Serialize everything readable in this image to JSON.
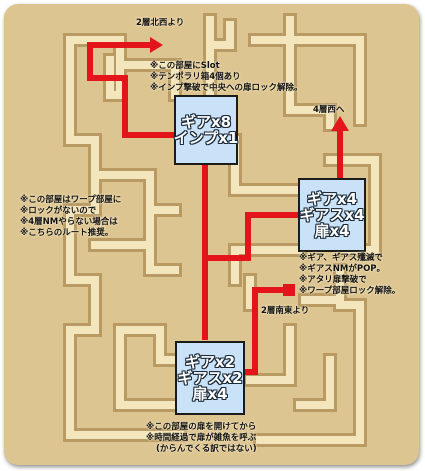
{
  "labels": {
    "floor2_northwest": "2層北西より",
    "floor4_west": "4層西へ",
    "floor2_southeast": "2層南東より"
  },
  "rooms": {
    "top": [
      "ギアx8",
      "インプx1"
    ],
    "right": [
      "ギアx4",
      "ギアスx4",
      "扉x4"
    ],
    "bottom": [
      "ギアx2",
      "ギアスx2",
      "扉x4"
    ]
  },
  "notes": {
    "top_room": [
      "※この部屋にSlot",
      "※テンポラリ箱4個あり",
      "※インプ撃破で中央への扉ロック解除。"
    ],
    "left": [
      "※この部屋はワープ部屋に",
      "※ロックがないので",
      "※4層NMやらない場合は",
      "※こちらのルート推奨。"
    ],
    "right_room": [
      "※ギア、ギアス殲滅で",
      "※ギアスNMがPOP。",
      "※アタリ扉撃破で",
      "※ワープ部屋ロック解除。"
    ],
    "bottom_room": [
      "※この部屋の扉を開けてから",
      "※時間経過で扉が雑魚を呼ぶ",
      "(からんでくる訳ではない)"
    ]
  },
  "colors": {
    "parchment": "#ddc591",
    "corridor": "#f1e3b6",
    "route": "#e4141b",
    "room": "#c9e2f7"
  }
}
